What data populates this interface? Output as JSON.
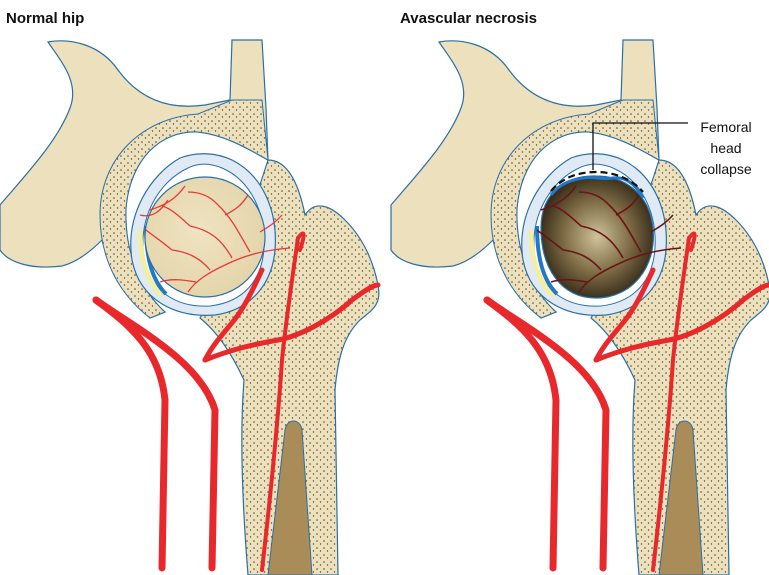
{
  "panels": {
    "left": {
      "title": "Normal hip"
    },
    "right": {
      "title": "Avascular necrosis",
      "annotation": {
        "line1": "Femoral",
        "line2": "head",
        "line3": "collapse"
      }
    }
  },
  "colors": {
    "bone": "#ece0bd",
    "bone_outline": "#2a6fa8",
    "artery": "#e8282b",
    "marrow_canal": "#a98c57",
    "cartilage": "#ffffff",
    "synovium_blue": "#1f78c8",
    "labrum_yellow": "#f2f0a0",
    "necrotic_head": "#4a3a22",
    "dead_vessels": "#6a1414"
  }
}
